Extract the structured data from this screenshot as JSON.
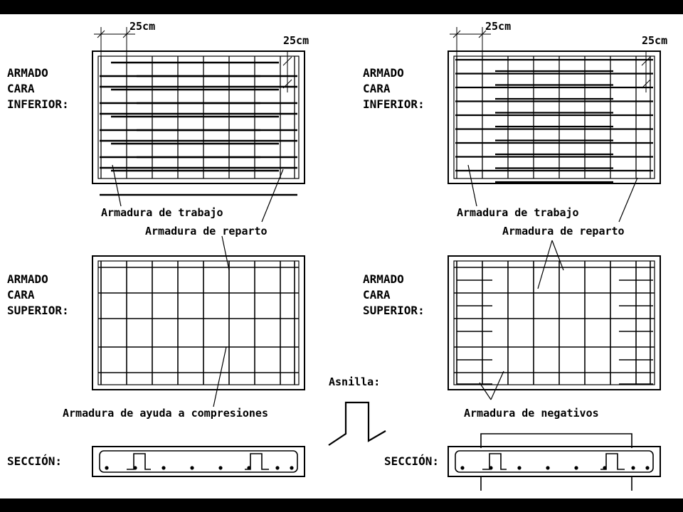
{
  "colors": {
    "background": "#000000",
    "paper": "#ffffff",
    "ink": "#000000"
  },
  "left_panel": {
    "dim_top": "25cm",
    "dim_right": "25cm",
    "bottom_face": {
      "line1": "ARMADO",
      "line2": "CARA",
      "line3": "INFERIOR:"
    },
    "label_trabajo": "Armadura de trabajo",
    "label_reparto": "Armadura de reparto",
    "top_face": {
      "line1": "ARMADO",
      "line2": "CARA",
      "line3": "SUPERIOR:"
    },
    "label_compresiones": "Armadura de ayuda a compresiones",
    "section_label": "SECCIÓN:"
  },
  "right_panel": {
    "dim_top": "25cm",
    "dim_right": "25cm",
    "bottom_face": {
      "line1": "ARMADO",
      "line2": "CARA",
      "line3": "INFERIOR:"
    },
    "label_trabajo": "Armadura de trabajo",
    "label_reparto": "Armadura de reparto",
    "top_face": {
      "line1": "ARMADO",
      "line2": "CARA",
      "line3": "SUPERIOR:"
    },
    "label_negativos": "Armadura de negativos",
    "section_label": "SECCIÓN:"
  },
  "middle": {
    "asnilla_label": "Asnilla:"
  }
}
